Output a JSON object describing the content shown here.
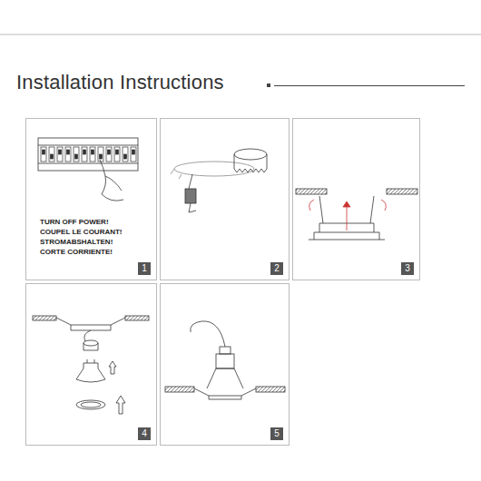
{
  "diagram": {
    "title": "Installation Instructions",
    "nodes": [
      {
        "text": [
          "1"
        ]
      },
      {
        "text": [
          "2"
        ]
      },
      {
        "text": [
          "3"
        ]
      },
      {
        "text": [
          "4"
        ]
      },
      {
        "text": [
          "5"
        ]
      }
    ],
    "labels": [
      "TURN OFF POWER!",
      "COUPEL LE COURANT!",
      "STROMABSHALTEN!",
      "CORTE CORRIENTE!"
    ]
  }
}
